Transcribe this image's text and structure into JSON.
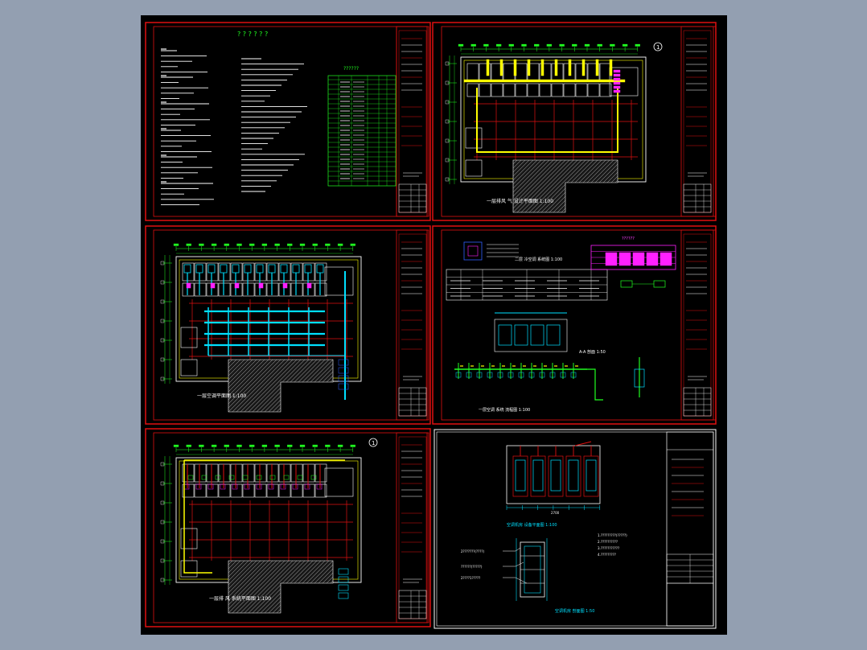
{
  "colors": {
    "viewer_bg": "#939fb1",
    "paper": "#000000",
    "frame": "#e01010",
    "wall": "#ffffff",
    "grid": "#ffff00",
    "pipe_cyan": "#00e0ff",
    "pipe_green": "#20ff20",
    "pipe_magenta": "#ff20ff",
    "hatch": "#bbbbbb"
  },
  "sheets": [
    {
      "id": "notes",
      "heading": "? ? ? ? ? ?",
      "table_heading": "??????",
      "icons": [
        "notes-text-block",
        "legend-table"
      ]
    },
    {
      "id": "ventilation",
      "caption": "一层排风 气 设计平面图 1:100",
      "grid_marker": "1"
    },
    {
      "id": "hvac",
      "caption": "一层空调平面图 1:100"
    },
    {
      "id": "system",
      "caption_top": "二层 冷空调 系统图 1:100",
      "caption_detail": "A-A 剖面 1:50",
      "caption_bottom": "一层空调 系统 流程图 1:100",
      "table_title": "??????"
    },
    {
      "id": "piping",
      "caption": "一层排 风 系统平面图 1:100",
      "grid_marker": "1"
    },
    {
      "id": "machine-room",
      "caption_plan": "空调机房 设备平面图 1:100",
      "caption_section": "空调机房 剖面图 1:50",
      "notes": [
        "1.?????????(?????)",
        "2.??????????",
        "3.???????????",
        "4.?????????"
      ],
      "callouts": [
        "2???????(????)",
        "??????(?????)",
        "2????1?????"
      ],
      "dim_label": "2700"
    }
  ]
}
